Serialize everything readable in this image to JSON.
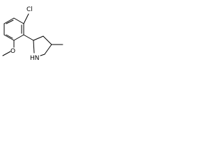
{
  "molecule": {
    "atom_labels": {
      "chlorine": "Cl",
      "oxygen": "O",
      "nitrogen": "HN"
    },
    "line_color": "#000000",
    "background": "#ffffff"
  }
}
